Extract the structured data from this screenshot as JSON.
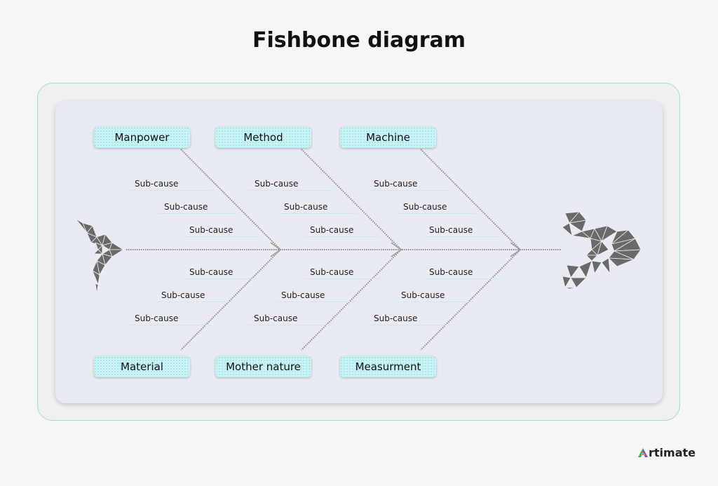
{
  "title": "Fishbone diagram",
  "categories": {
    "manpower": "Manpower",
    "method": "Method",
    "machine": "Machine",
    "material": "Material",
    "mother_nature": "Mother nature",
    "measurment": "Measurment"
  },
  "subcause_label": "Sub-cause",
  "brand": {
    "name": "rtimate",
    "mark_colors": [
      "#35b36e",
      "#7c4fcf",
      "#f08a24"
    ]
  },
  "colors": {
    "bone": "#8a8a8a",
    "category_fill": "#c8f3f5",
    "frame_border": "#a8dcd6",
    "fish_shape": "#6a6a6a"
  }
}
